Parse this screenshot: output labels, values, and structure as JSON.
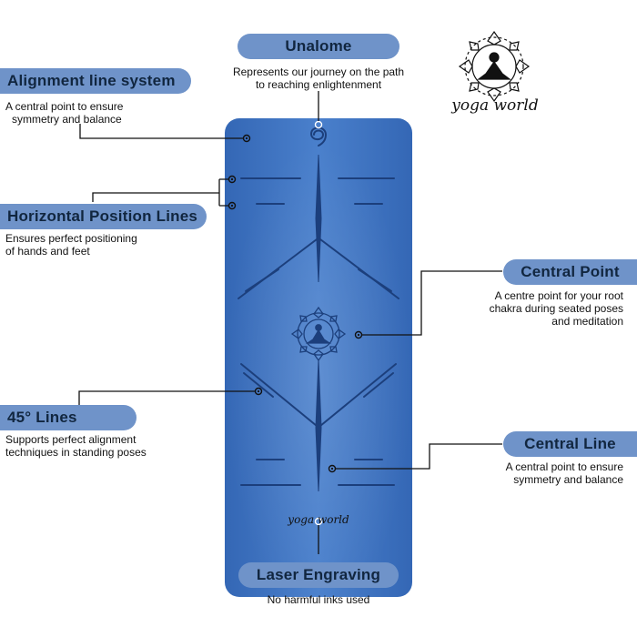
{
  "callouts": {
    "unalome": {
      "title": "Unalome",
      "desc": [
        "Represents our journey on the path",
        "to reaching enlightenment"
      ]
    },
    "alignment": {
      "title": "Alignment line system",
      "desc": [
        "A central point to ensure",
        "symmetry and balance"
      ]
    },
    "horizontal": {
      "title": "Horizontal Position Lines",
      "desc": [
        "Ensures perfect positioning",
        "of hands and feet"
      ]
    },
    "central_point": {
      "title": "Central Point",
      "desc": [
        "A centre point for your root",
        "chakra during seated poses",
        "and meditation"
      ]
    },
    "lines45": {
      "title": "45° Lines",
      "desc": [
        "Supports perfect alignment",
        "techniques in standing poses"
      ]
    },
    "central_line": {
      "title": "Central Line",
      "desc": [
        "A central point to ensure",
        "symmetry and balance"
      ]
    },
    "laser": {
      "title": "Laser Engraving",
      "desc": [
        "No harmful inks used"
      ]
    }
  },
  "brand": {
    "logo_text": "yoga world",
    "mat_text": "yoga world"
  },
  "icons": {
    "logo": "mandala-meditation-logo-icon",
    "mat_emblem": "mandala-meditation-emblem-icon",
    "unalome": "unalome-spiral-icon"
  },
  "colors": {
    "pill": "#6f93c9",
    "pill_text": "#11263f",
    "mat": "#3f75c3",
    "mat_lines": "#1c3f7c"
  }
}
